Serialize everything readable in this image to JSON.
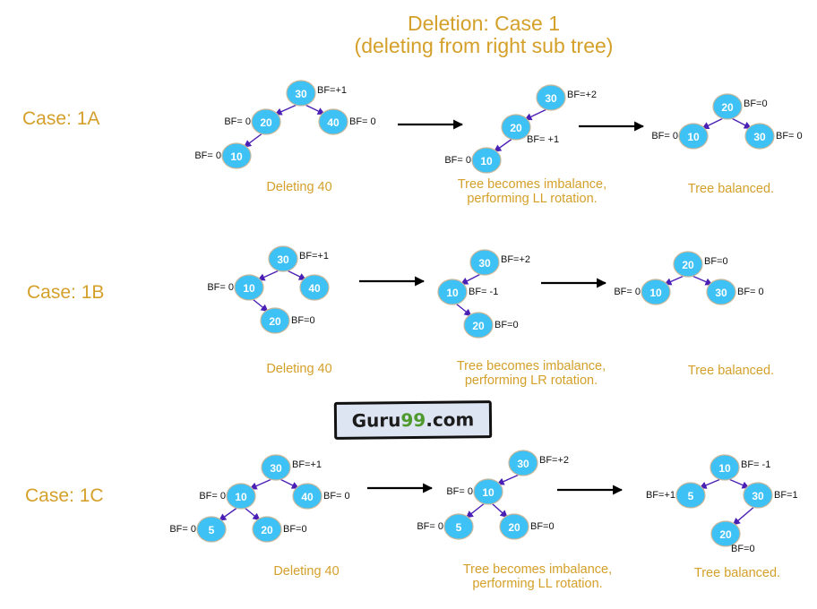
{
  "title": {
    "line1": "Deletion: Case 1",
    "line2": "(deleting from right sub tree)"
  },
  "colors": {
    "title": "#d4a02a",
    "node_fill": "#3ec1f5",
    "edge": "#4a1fb5",
    "logo_bg": "#dde4f2",
    "logo_accent": "#4f9a2e"
  },
  "logo": {
    "prefix": "Guru",
    "accent": "99",
    "suffix": ".com"
  },
  "cases": [
    {
      "label": "Case: 1A",
      "stages": [
        {
          "caption": [
            "Deleting 40"
          ],
          "nodes": [
            {
              "id": "30",
              "bf": "BF=+1",
              "bf_side": "right"
            },
            {
              "id": "20",
              "bf": "BF= 0",
              "bf_side": "left"
            },
            {
              "id": "40",
              "bf": "BF= 0",
              "bf_side": "right"
            },
            {
              "id": "10",
              "bf": "BF= 0",
              "bf_side": "left"
            }
          ],
          "edges": [
            [
              "30",
              "20"
            ],
            [
              "30",
              "40"
            ],
            [
              "20",
              "10"
            ]
          ]
        },
        {
          "caption": [
            "Tree becomes imbalance,",
            "performing LL rotation."
          ],
          "nodes": [
            {
              "id": "30",
              "bf": "BF=+2",
              "bf_side": "right"
            },
            {
              "id": "20",
              "bf": "BF= +1",
              "bf_side": "below-right"
            },
            {
              "id": "10",
              "bf": "BF= 0",
              "bf_side": "left"
            }
          ],
          "edges": [
            [
              "30",
              "20"
            ],
            [
              "20",
              "10"
            ]
          ]
        },
        {
          "caption": [
            "Tree balanced."
          ],
          "nodes": [
            {
              "id": "20",
              "bf": "BF=0",
              "bf_side": "right"
            },
            {
              "id": "10",
              "bf": "BF= 0",
              "bf_side": "left"
            },
            {
              "id": "30",
              "bf": "BF= 0",
              "bf_side": "right"
            }
          ],
          "edges": [
            [
              "20",
              "10"
            ],
            [
              "20",
              "30"
            ]
          ]
        }
      ]
    },
    {
      "label": "Case: 1B",
      "stages": [
        {
          "caption": [
            "Deleting 40"
          ],
          "nodes": [
            {
              "id": "30",
              "bf": "BF=+1",
              "bf_side": "right"
            },
            {
              "id": "10",
              "bf": "BF= 0",
              "bf_side": "left"
            },
            {
              "id": "40",
              "bf": "",
              "bf_side": "none"
            },
            {
              "id": "20",
              "bf": "BF=0",
              "bf_side": "right"
            }
          ],
          "edges": [
            [
              "30",
              "10"
            ],
            [
              "30",
              "40"
            ],
            [
              "10",
              "20"
            ]
          ]
        },
        {
          "caption": [
            "Tree becomes imbalance,",
            "performing LR rotation."
          ],
          "nodes": [
            {
              "id": "30",
              "bf": "BF=+2",
              "bf_side": "right"
            },
            {
              "id": "10",
              "bf": "BF= -1",
              "bf_side": "right"
            },
            {
              "id": "20",
              "bf": "BF=0",
              "bf_side": "right"
            }
          ],
          "edges": [
            [
              "30",
              "10"
            ],
            [
              "10",
              "20"
            ]
          ]
        },
        {
          "caption": [
            "Tree balanced."
          ],
          "nodes": [
            {
              "id": "20",
              "bf": "BF=0",
              "bf_side": "right"
            },
            {
              "id": "10",
              "bf": "BF= 0",
              "bf_side": "left"
            },
            {
              "id": "30",
              "bf": "BF= 0",
              "bf_side": "right"
            }
          ],
          "edges": [
            [
              "20",
              "10"
            ],
            [
              "20",
              "30"
            ]
          ]
        }
      ]
    },
    {
      "label": "Case: 1C",
      "stages": [
        {
          "caption": [
            "Deleting 40"
          ],
          "nodes": [
            {
              "id": "30",
              "bf": "BF=+1",
              "bf_side": "right"
            },
            {
              "id": "10",
              "bf": "BF= 0",
              "bf_side": "left"
            },
            {
              "id": "40",
              "bf": "BF= 0",
              "bf_side": "right"
            },
            {
              "id": "5",
              "bf": "BF= 0",
              "bf_side": "left"
            },
            {
              "id": "20",
              "bf": "BF=0",
              "bf_side": "right"
            }
          ],
          "edges": [
            [
              "30",
              "10"
            ],
            [
              "30",
              "40"
            ],
            [
              "10",
              "5"
            ],
            [
              "10",
              "20"
            ]
          ]
        },
        {
          "caption": [
            "Tree becomes imbalance,",
            "performing LL rotation."
          ],
          "nodes": [
            {
              "id": "30",
              "bf": "BF=+2",
              "bf_side": "right"
            },
            {
              "id": "10",
              "bf": "BF= 0",
              "bf_side": "left"
            },
            {
              "id": "5",
              "bf": "BF= 0",
              "bf_side": "left"
            },
            {
              "id": "20",
              "bf": "BF=0",
              "bf_side": "right"
            }
          ],
          "edges": [
            [
              "30",
              "10"
            ],
            [
              "10",
              "5"
            ],
            [
              "10",
              "20"
            ]
          ]
        },
        {
          "caption": [
            "Tree balanced."
          ],
          "nodes": [
            {
              "id": "10",
              "bf": "BF= -1",
              "bf_side": "right"
            },
            {
              "id": "5",
              "bf": "BF=+1",
              "bf_side": "left"
            },
            {
              "id": "30",
              "bf": "BF=1",
              "bf_side": "right"
            },
            {
              "id": "20",
              "bf": "BF=0",
              "bf_side": "below"
            }
          ],
          "edges": [
            [
              "10",
              "5"
            ],
            [
              "10",
              "30"
            ],
            [
              "30",
              "20"
            ]
          ]
        }
      ]
    }
  ]
}
